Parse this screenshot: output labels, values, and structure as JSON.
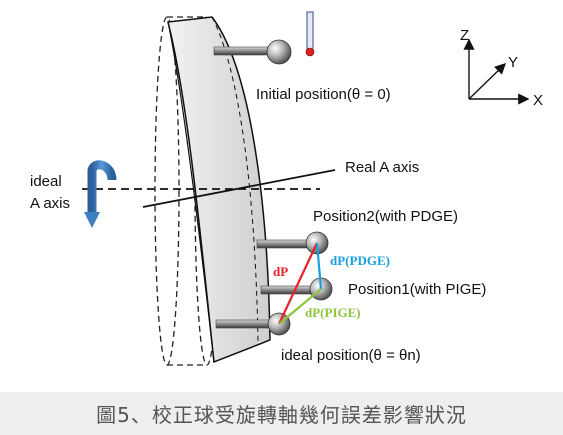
{
  "labels": {
    "initial_position": "Initial position(θ = 0)",
    "real_axis": "Real A axis",
    "ideal_axis_line1": "ideal",
    "ideal_axis_line2": "A axis",
    "position2": "Position2(with PDGE)",
    "position1": "Position1(with PIGE)",
    "ideal_position": "ideal position(θ = θn)",
    "dP": "dP",
    "dP_pdge": "dP(PDGE)",
    "dP_pige": "dP(PIGE)"
  },
  "axes": {
    "z": "Z",
    "y": "Y",
    "x": "X"
  },
  "caption": "圖5、校正球受旋轉軸幾何誤差影響狀況",
  "colors": {
    "dP": "#e8202a",
    "dP_pdge": "#1aa0e0",
    "dP_pige": "#8cc63e",
    "rotation_arrow": "#3d7ec0"
  }
}
